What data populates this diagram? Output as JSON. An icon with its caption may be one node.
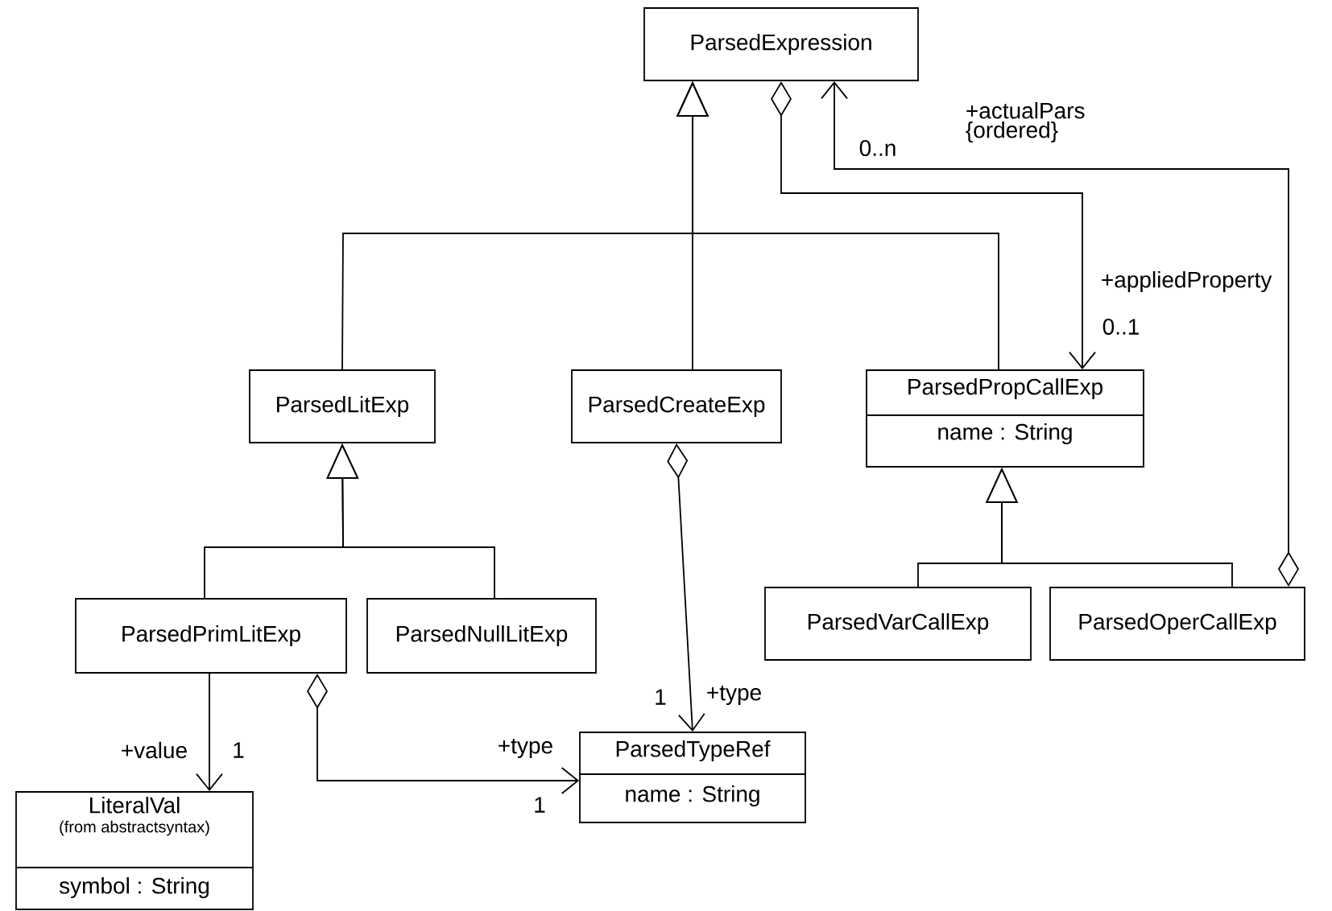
{
  "diagram": {
    "nodes": [
      {
        "text": [
          "ParsedExpression"
        ]
      },
      {
        "text": [
          "ParsedLitExp"
        ]
      },
      {
        "text": [
          "ParsedCreateExp"
        ]
      },
      {
        "text": [
          "ParsedPropCallExp",
          "name : String"
        ]
      },
      {
        "text": [
          "ParsedPrimLitExp"
        ]
      },
      {
        "text": [
          "ParsedNullLitExp"
        ]
      },
      {
        "text": [
          "ParsedVarCallExp"
        ]
      },
      {
        "text": [
          "ParsedOperCallExp"
        ]
      },
      {
        "text": [
          "LiteralVal",
          "(from abstractsyntax)",
          "symbol : String"
        ]
      },
      {
        "text": [
          "ParsedTypeRef",
          "name : String"
        ]
      }
    ],
    "edges": [
      {
        "from": 1,
        "to": 0,
        "arrow": "to"
      },
      {
        "from": 2,
        "to": 0,
        "arrow": "to"
      },
      {
        "from": 3,
        "to": 0,
        "arrow": "to"
      },
      {
        "from": 0,
        "to": 3,
        "arrow": "to",
        "label": "+appliedProperty"
      },
      {
        "from": 7,
        "to": 0,
        "arrow": "to",
        "label": "+actualPars {ordered}"
      },
      {
        "from": 4,
        "to": 1,
        "arrow": "to"
      },
      {
        "from": 5,
        "to": 1,
        "arrow": "to"
      },
      {
        "from": 6,
        "to": 3,
        "arrow": "to"
      },
      {
        "from": 7,
        "to": 3,
        "arrow": "to"
      },
      {
        "from": 2,
        "to": 9,
        "arrow": "to",
        "label": "+type"
      },
      {
        "from": 4,
        "to": 9,
        "arrow": "to",
        "label": "+type"
      },
      {
        "from": 4,
        "to": 8,
        "arrow": "to",
        "label": "+value"
      }
    ],
    "labels": [
      "0..n",
      "0..1",
      "1",
      "1",
      "1"
    ]
  }
}
